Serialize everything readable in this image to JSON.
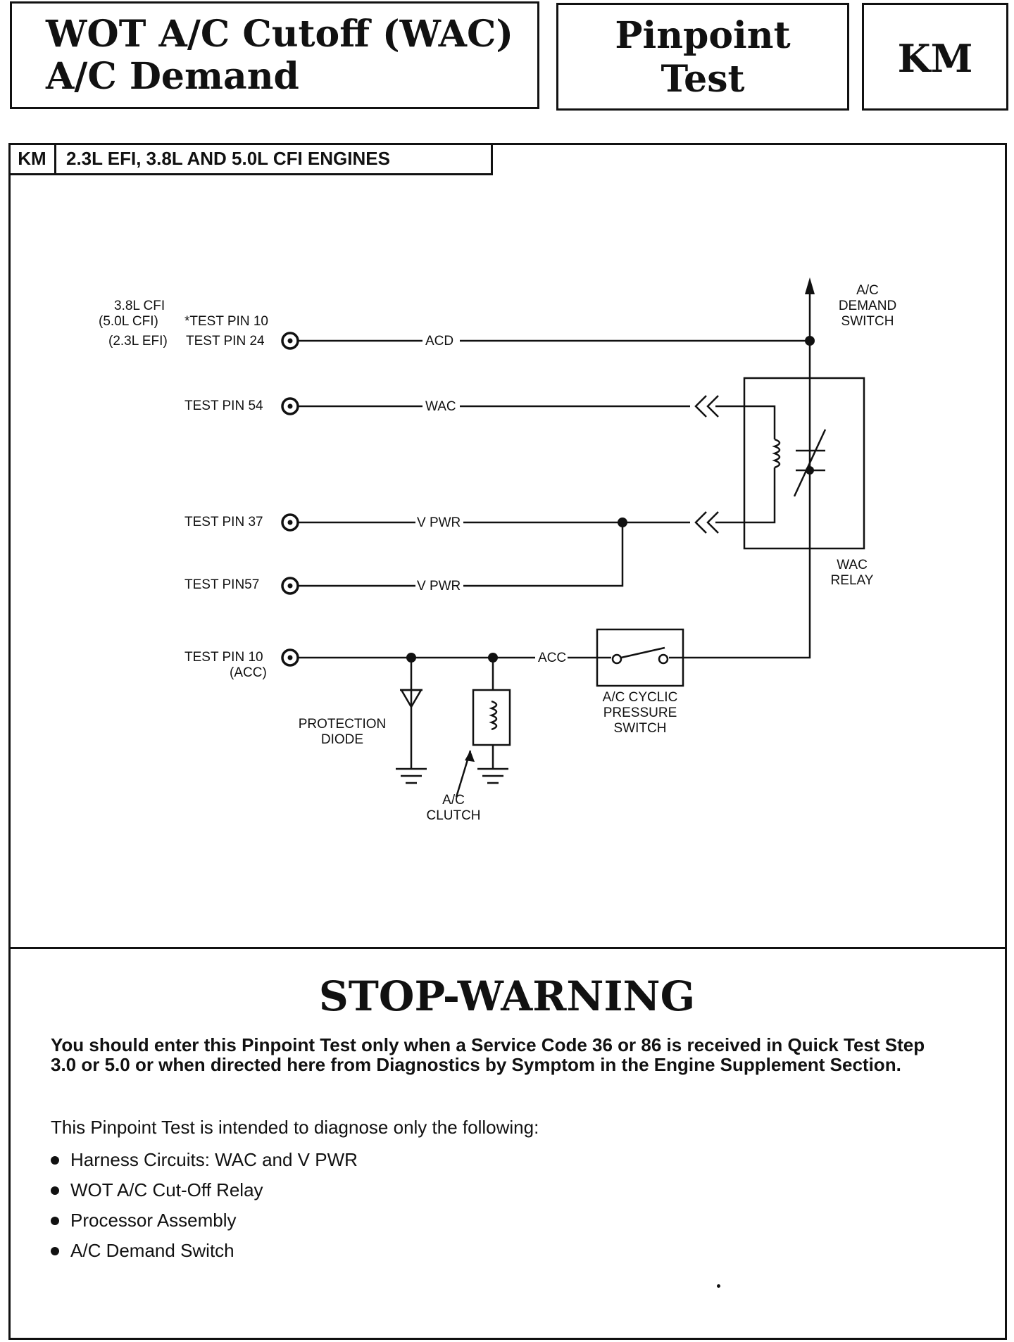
{
  "header": {
    "title_line1": "WOT A/C Cutoff (WAC)",
    "title_line2": "A/C Demand",
    "section_line1": "Pinpoint",
    "section_line2": "Test",
    "code": "KM"
  },
  "engine_tab": {
    "code": "KM",
    "engines": "2.3L EFI, 3.8L AND 5.0L CFI ENGINES"
  },
  "schematic": {
    "engine_label_1": "3.8L CFI",
    "engine_label_2": "(5.0L CFI)",
    "engine_label_3": "(2.3L EFI)",
    "pin_10_label": "*TEST PIN 10",
    "pin_24_label": "TEST PIN 24",
    "pin_54_label": "TEST PIN 54",
    "pin_37_label": "TEST PIN 37",
    "pin_57_label": "TEST PIN57",
    "pin_10_acc_label": "TEST PIN 10",
    "pin_10_acc_sub": "(ACC)",
    "wire_acd": "ACD",
    "wire_wac": "WAC",
    "wire_vpwr_1": "V PWR",
    "wire_vpwr_2": "V PWR",
    "wire_acc": "ACC",
    "demand_switch_1": "A/C",
    "demand_switch_2": "DEMAND",
    "demand_switch_3": "SWITCH",
    "relay_1": "WAC",
    "relay_2": "RELAY",
    "cyclic_1": "A/C CYCLIC",
    "cyclic_2": "PRESSURE",
    "cyclic_3": "SWITCH",
    "diode_1": "PROTECTION",
    "diode_2": "DIODE",
    "clutch_1": "A/C",
    "clutch_2": "CLUTCH"
  },
  "warning": {
    "title": "STOP-WARNING",
    "text": "You should enter this Pinpoint Test only when a Service Code 36 or 86 is received in Quick Test Step 3.0 or 5.0 or when directed here from Diagnostics by Symptom in the Engine Supplement Section.",
    "intro": "This Pinpoint Test is intended to diagnose only the following:",
    "items": [
      "Harness Circuits: WAC and V PWR",
      "WOT A/C Cut-Off Relay",
      "Processor Assembly",
      "A/C Demand Switch"
    ]
  }
}
